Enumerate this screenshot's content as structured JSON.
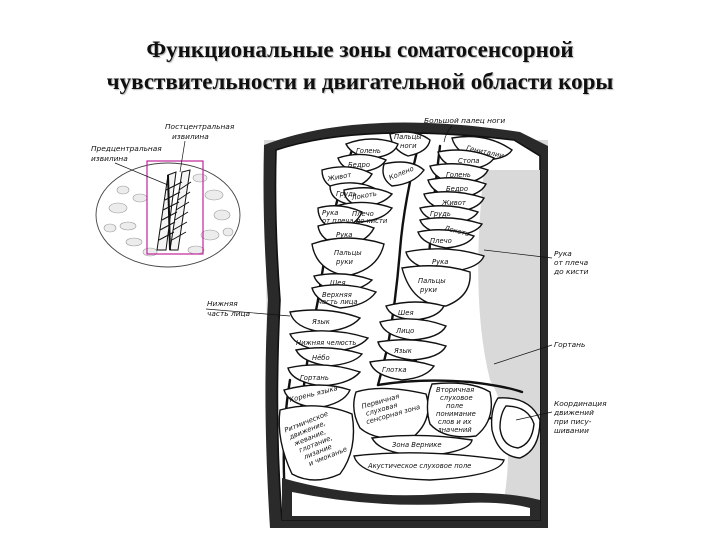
{
  "title": {
    "line1": "Функциональные зоны соматосенсорной",
    "line2": "чувствительности и двигательной области коры"
  },
  "inset": {
    "postcentral": [
      "Постцентральная",
      "извилина"
    ],
    "precentral": [
      "Предцентральная",
      "извилина"
    ]
  },
  "outer_labels": {
    "big_toe": "Большой палец ноги",
    "arm": [
      "Рука",
      "от плеча",
      "до кисти"
    ],
    "lower_face": [
      "Нижняя",
      "часть лица"
    ],
    "larynx": "Гортань",
    "coordination": [
      "Координация",
      "движений",
      "при пису-",
      "шивании"
    ]
  },
  "motor": {
    "toes": [
      "Пальцы",
      "ноги"
    ],
    "shin": "Голень",
    "thigh": "Бедро",
    "abdomen": "Живот",
    "chest": "Грудь",
    "knee": "Колено",
    "elbow": "Локоть",
    "shoulder": "Плечо",
    "arm": [
      "Рука",
      "от плеча до кисти"
    ],
    "hand": "Рука",
    "fingers": [
      "Пальцы",
      "руки"
    ],
    "neck": "Шея",
    "upper_face": [
      "Верхняя",
      "часть лица"
    ],
    "tongue": "Язык",
    "lower_jaw": "Нижняя челюсть",
    "palate": "Нёбо",
    "larynx": "Гортань",
    "swallowing": "Корень языка",
    "rhythm": [
      "Ритмическое",
      "движение,",
      "жевание,",
      "глотание,",
      "лизание",
      "и чмоканье"
    ]
  },
  "sensory": {
    "genitals": "Гениталии",
    "foot": "Стопа",
    "shin": "Голень",
    "thigh": "Бедро",
    "abdomen": "Живот",
    "chest": "Грудь",
    "elbow": "Локоть",
    "shoulder": "Плечо",
    "hand": "Рука",
    "fingers": [
      "Пальцы",
      "руки"
    ],
    "neck": "Шея",
    "face": "Лицо",
    "tongue": "Язык",
    "throat": "Глотка",
    "auditory_primary": [
      "Первичная",
      "слуховая",
      "сенсорная зона"
    ],
    "auditory_secondary": [
      "Вторичная",
      "слуховое",
      "поле",
      "понимание",
      "слов и их",
      "значений"
    ],
    "wernicke": "Зона Вернике",
    "auditory_field": "Акустическое слуховое поле"
  }
}
